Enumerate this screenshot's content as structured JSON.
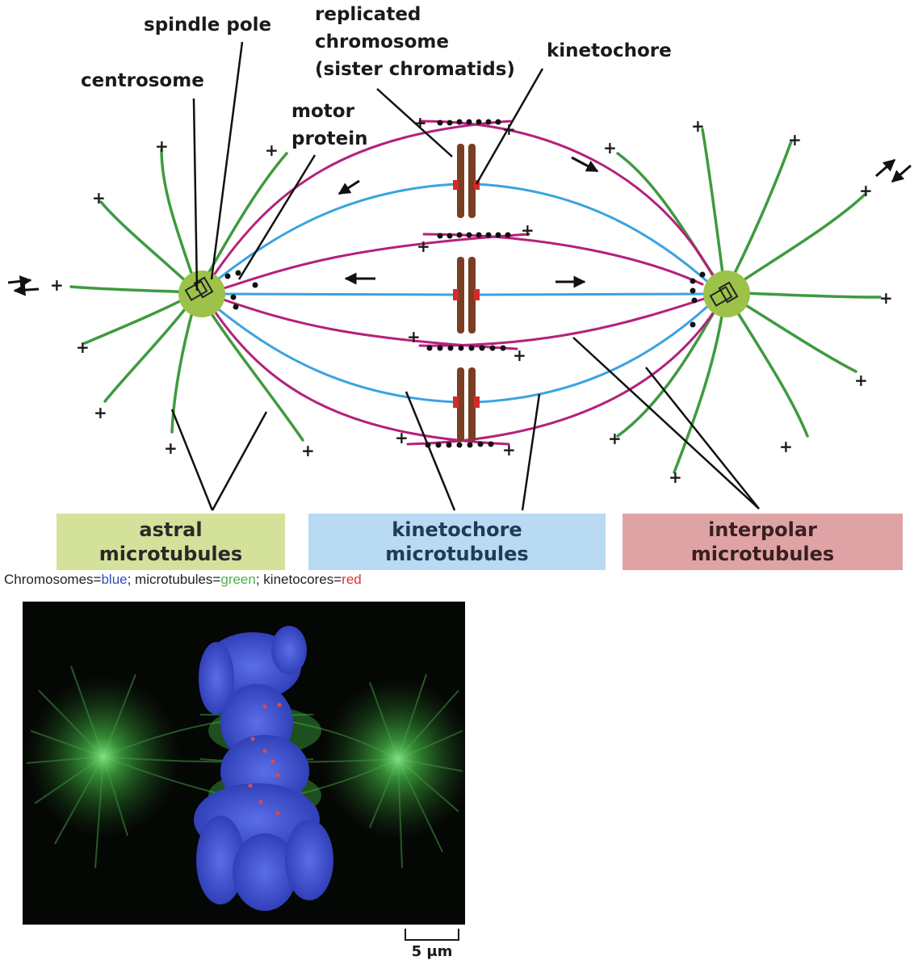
{
  "labels": {
    "spindle_pole": "spindle pole",
    "centrosome": "centrosome",
    "replicated_chromosome_1": "replicated",
    "replicated_chromosome_2": "chromosome",
    "replicated_chromosome_3": "(sister chromatids)",
    "kinetochore": "kinetochore",
    "motor_protein_1": "motor",
    "motor_protein_2": "protein"
  },
  "plus_sign": "+",
  "boxes": {
    "astral": [
      "astral",
      "microtubules"
    ],
    "kinetochore": [
      "kinetochore",
      "microtubules"
    ],
    "interpolar": [
      "interpolar",
      "microtubules"
    ]
  },
  "legend": {
    "chromosomes_prefix": "Chromosomes=",
    "chromosomes_color": "blue",
    "microtubules_prefix": "; microtubules=",
    "microtubules_color": "green",
    "kinetocores_prefix": "; kinetocores=",
    "kinetocores_color": "red"
  },
  "scale_bar": "5 μm",
  "colors": {
    "astral": "#3f9a3f",
    "kinetochore_mt": "#3aa3e0",
    "interpolar": "#b5207a",
    "centrosome": "#9cc24a",
    "chromatid": "#7a3e22",
    "kinetochore_dot": "#d42a2a",
    "box_astral": "#d4e19a",
    "box_kinetochore": "#b8daf2",
    "box_interpolar": "#dfa3a6"
  }
}
